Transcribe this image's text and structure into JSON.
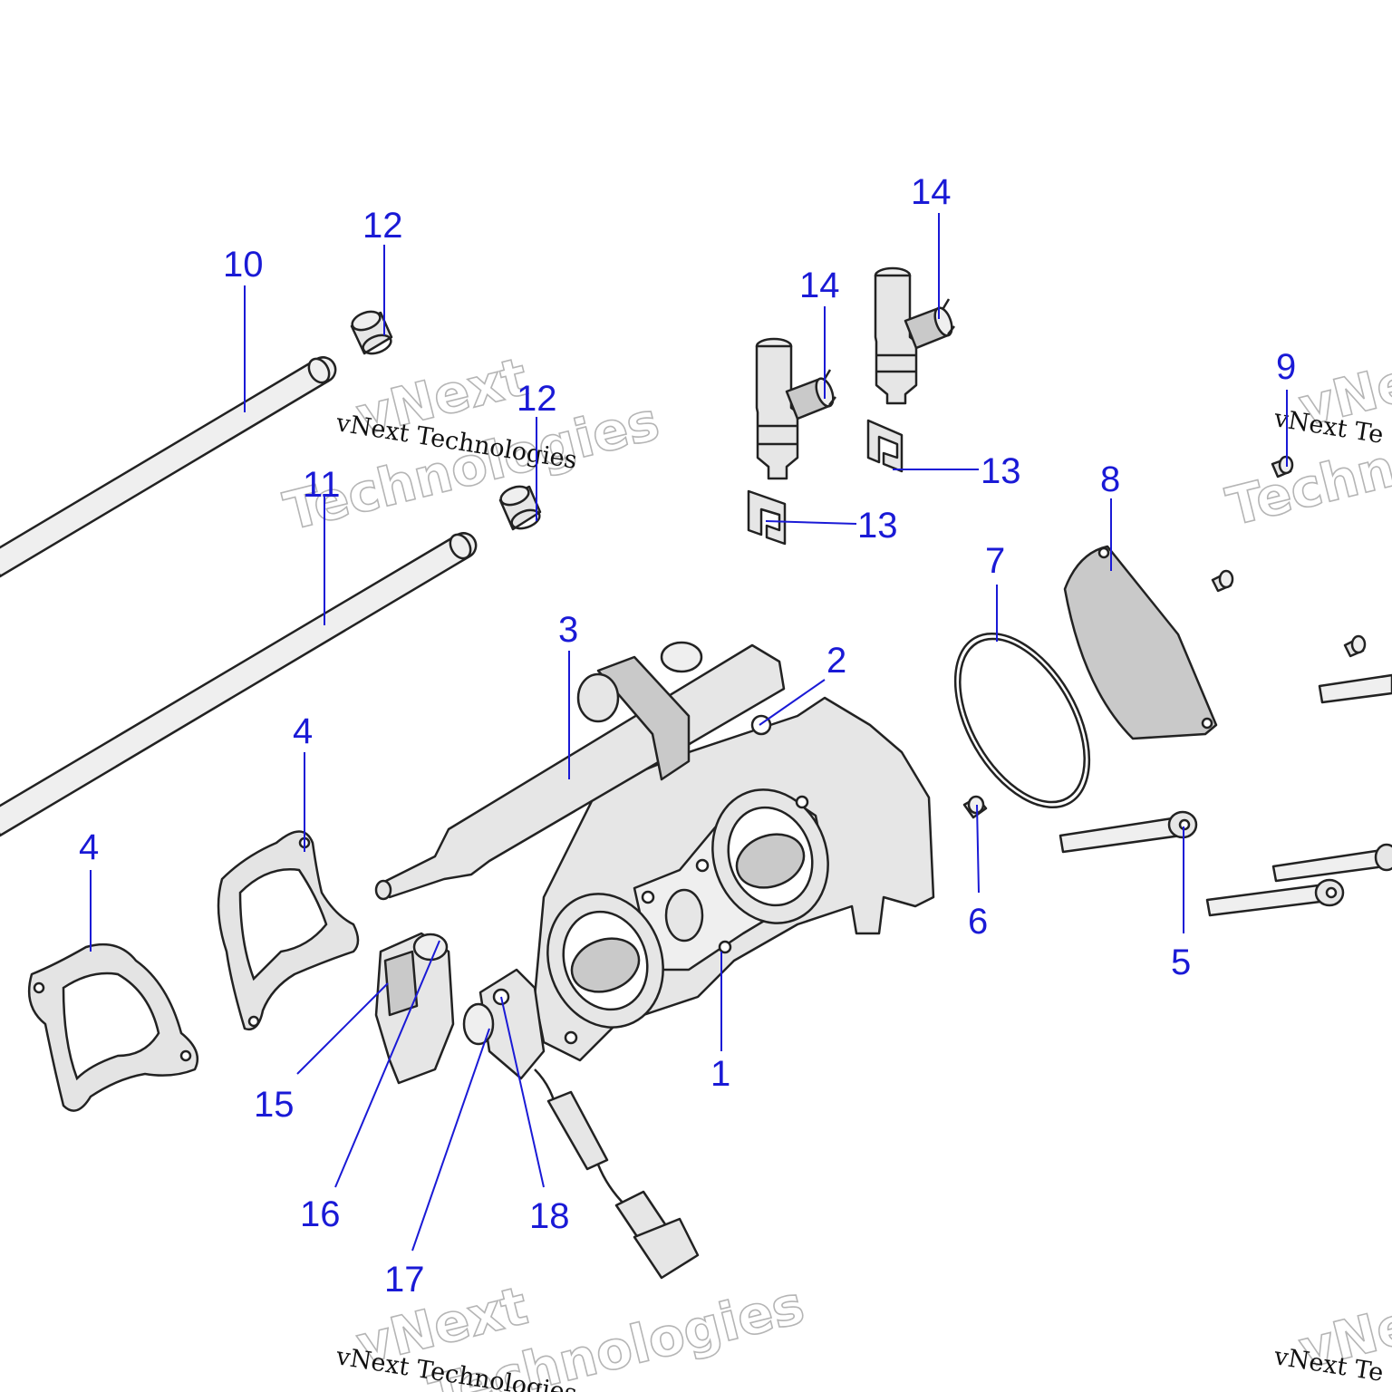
{
  "diagram": {
    "callouts": [
      "10",
      "12",
      "12",
      "11",
      "14",
      "14",
      "13",
      "13",
      "9",
      "8",
      "7",
      "3",
      "2",
      "4",
      "4",
      "6",
      "5",
      "1",
      "15",
      "16",
      "17",
      "18"
    ],
    "watermark": {
      "brand_top": "vNext",
      "brand_bottom": "Technologies",
      "caption": "vNext Technologies",
      "brand_top_partial": "vNe",
      "brand_bottom_partial": "Techno",
      "caption_partial": "vNext Te",
      "brand_bottom_clipped": "Technologies"
    },
    "colors": {
      "callout": "#1a1ad6",
      "line_art": "#222222",
      "part_fill": "#e6e6e6"
    }
  }
}
